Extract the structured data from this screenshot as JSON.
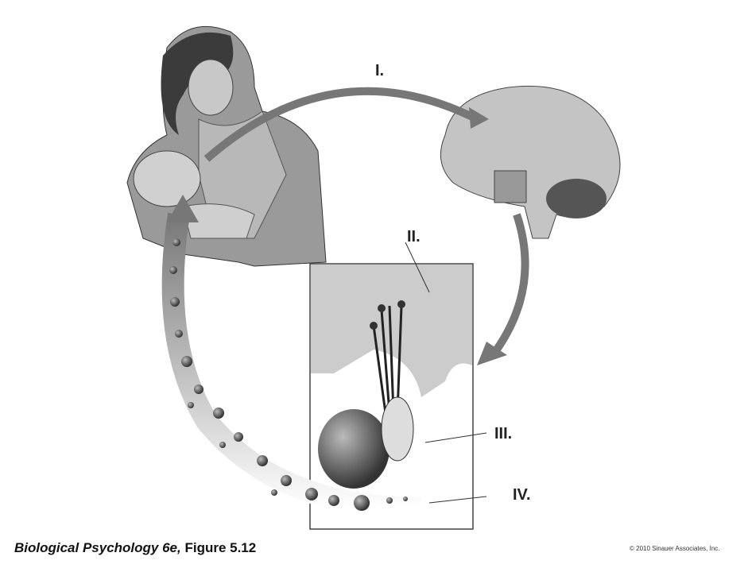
{
  "labels": {
    "i": "I.",
    "ii": "II.",
    "iii": "III.",
    "iv": "IV."
  },
  "caption": {
    "book": "Biological Psychology 6e,",
    "figure": " Figure 5.12"
  },
  "copyright": "© 2010 Sinauer Associates, Inc."
}
